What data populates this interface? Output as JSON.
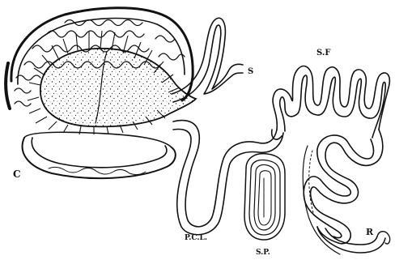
{
  "figure": {
    "labels": {
      "c": "C",
      "s": "S",
      "sf": "S.F",
      "pcl": "P.C.L.",
      "sp": "S.P.",
      "r": "R"
    }
  }
}
